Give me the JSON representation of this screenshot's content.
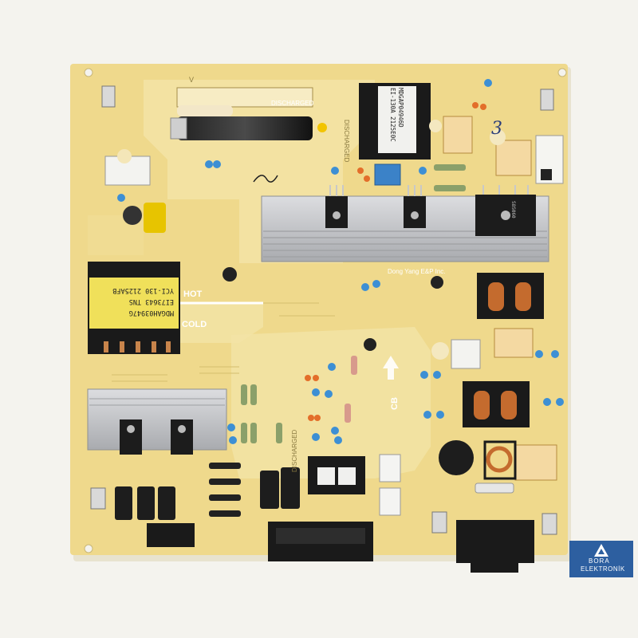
{
  "board": {
    "labels": {
      "discharged_top": "DISCHARGED",
      "discharged_mid": "DISCHARGED",
      "discharged_bottom": "DISCHARGED",
      "hot": "HOT",
      "cold": "COLD",
      "cb": "CB",
      "maker": "Dong Yang E&P Inc.",
      "heatsink_part": "S8S060"
    },
    "transformer_main": {
      "line1": "MDGAH03947G",
      "line2": "EI73643 TNS",
      "line3": "YCI-130 2125AFB"
    },
    "transformer_top": {
      "line1": "MDGAP04946D",
      "line2": "EI-130A 2125E0C"
    },
    "handwritten_mark": "3",
    "colors": {
      "pcb": "#efd98c",
      "pcb_light": "#f3e3a6",
      "heatsink": "#c7c8ca",
      "component_dark": "#1c1c1c",
      "capacitor_blue": "#3d8fd4"
    }
  },
  "brand": {
    "name_line1": "BORA",
    "name_line2": "ELEKTRONİK"
  }
}
